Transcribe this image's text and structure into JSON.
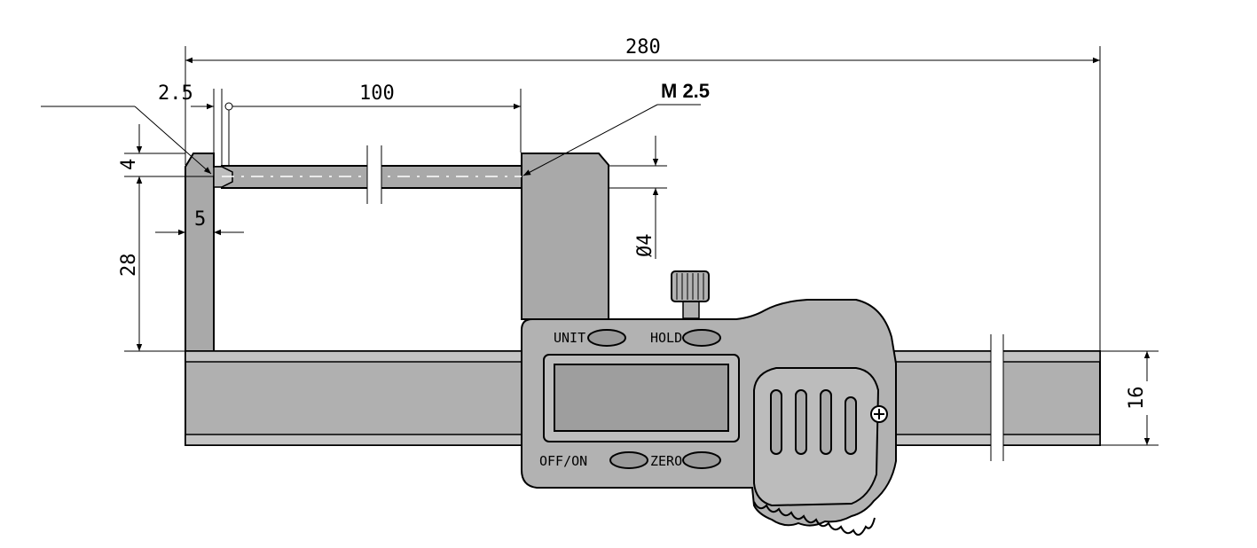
{
  "dimensions": {
    "overall_length": "280",
    "jaw_offset": "2.5",
    "jaw_depth": "100",
    "thread": "M 2.5",
    "tip_height": "4",
    "jaw_width": "5",
    "throat_depth": "28",
    "spindle_diameter": "Ø4",
    "beam_height": "16"
  },
  "device": {
    "buttons": {
      "unit": "UNIT",
      "hold": "HOLD",
      "off_on": "OFF/ON",
      "zero": "ZERO"
    },
    "icons": [
      "plus-screw-icon",
      "knurled-knob-icon"
    ]
  },
  "colors": {
    "body": "#b2b2b2",
    "frame": "#a9a9a9",
    "display": "#9e9e9e",
    "button": "#9a9a9a",
    "line": "#000000"
  }
}
